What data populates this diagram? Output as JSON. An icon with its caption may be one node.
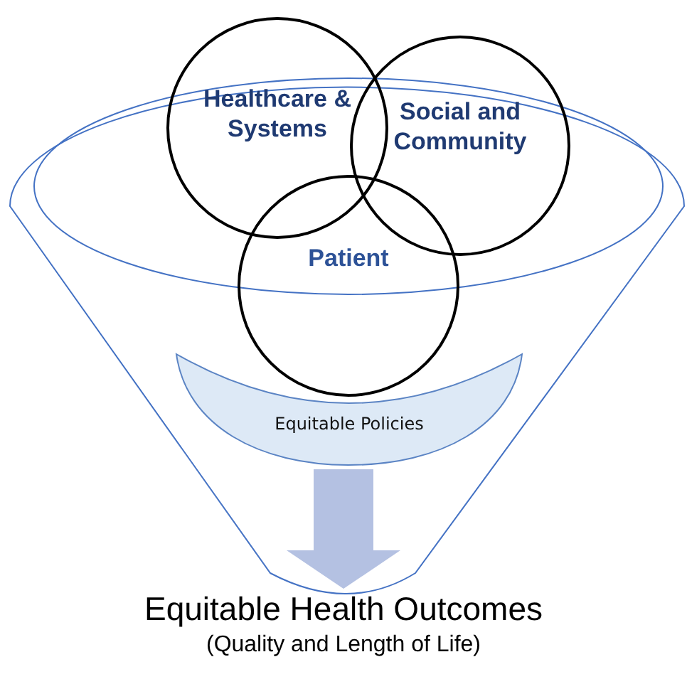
{
  "diagram": {
    "nodes": [
      {
        "text": [
          "Healthcare & Systems"
        ]
      },
      {
        "text": [
          "Social and Community"
        ]
      },
      {
        "text": [
          "Patient"
        ]
      },
      {
        "text": [
          "Equitable Policies"
        ]
      },
      {
        "text": [
          "Equitable Health Outcomes",
          "(Quality and Length of Life)"
        ]
      }
    ],
    "edges": [
      {
        "from": 3,
        "to": 4,
        "arrow": "to",
        "style": "thick",
        "color": "#b4c1e2"
      }
    ]
  }
}
